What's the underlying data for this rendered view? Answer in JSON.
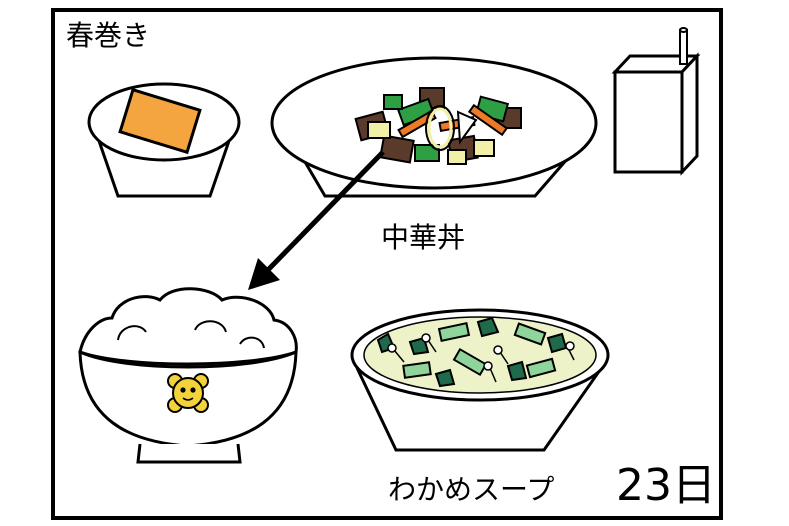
{
  "labels": {
    "harumaki": "春巻き",
    "chukadon": "中華丼",
    "soup": "わかめスープ",
    "date": "23日"
  },
  "colors": {
    "outline": "#000000",
    "spring_roll": "#f5a540",
    "vegetable_green": "#2ea043",
    "carrot": "#ee7a28",
    "meat": "#5a3a2a",
    "bamboo": "#f2f0a8",
    "wakame": "#1f6a4a",
    "leek": "#8fd49a",
    "soup": "#eef2c8",
    "bear_face": "#f4d23a"
  }
}
